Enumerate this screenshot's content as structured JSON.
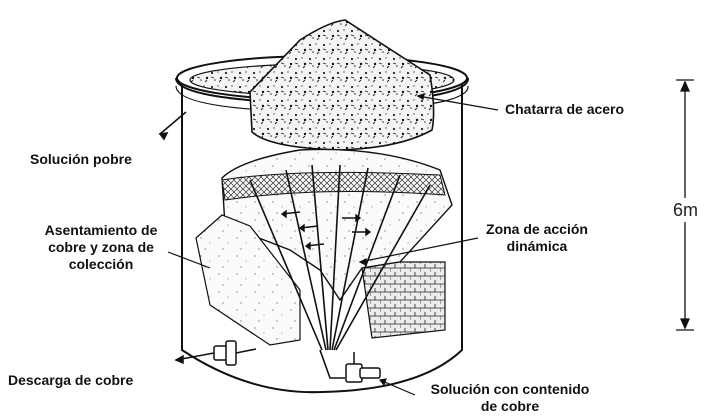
{
  "labels": {
    "steel_scrap": "Chatarra de acero",
    "poor_solution": "Solución pobre",
    "copper_settling_1": "Asentamiento de",
    "copper_settling_2": "cobre y zona de",
    "copper_settling_3": "colección",
    "dynamic_zone_1": "Zona de acción",
    "dynamic_zone_2": "dinámica",
    "copper_discharge": "Descarga de cobre",
    "copper_solution_1": "Solución con contenido",
    "copper_solution_2": "de cobre"
  },
  "dimension": {
    "height": "6m"
  }
}
